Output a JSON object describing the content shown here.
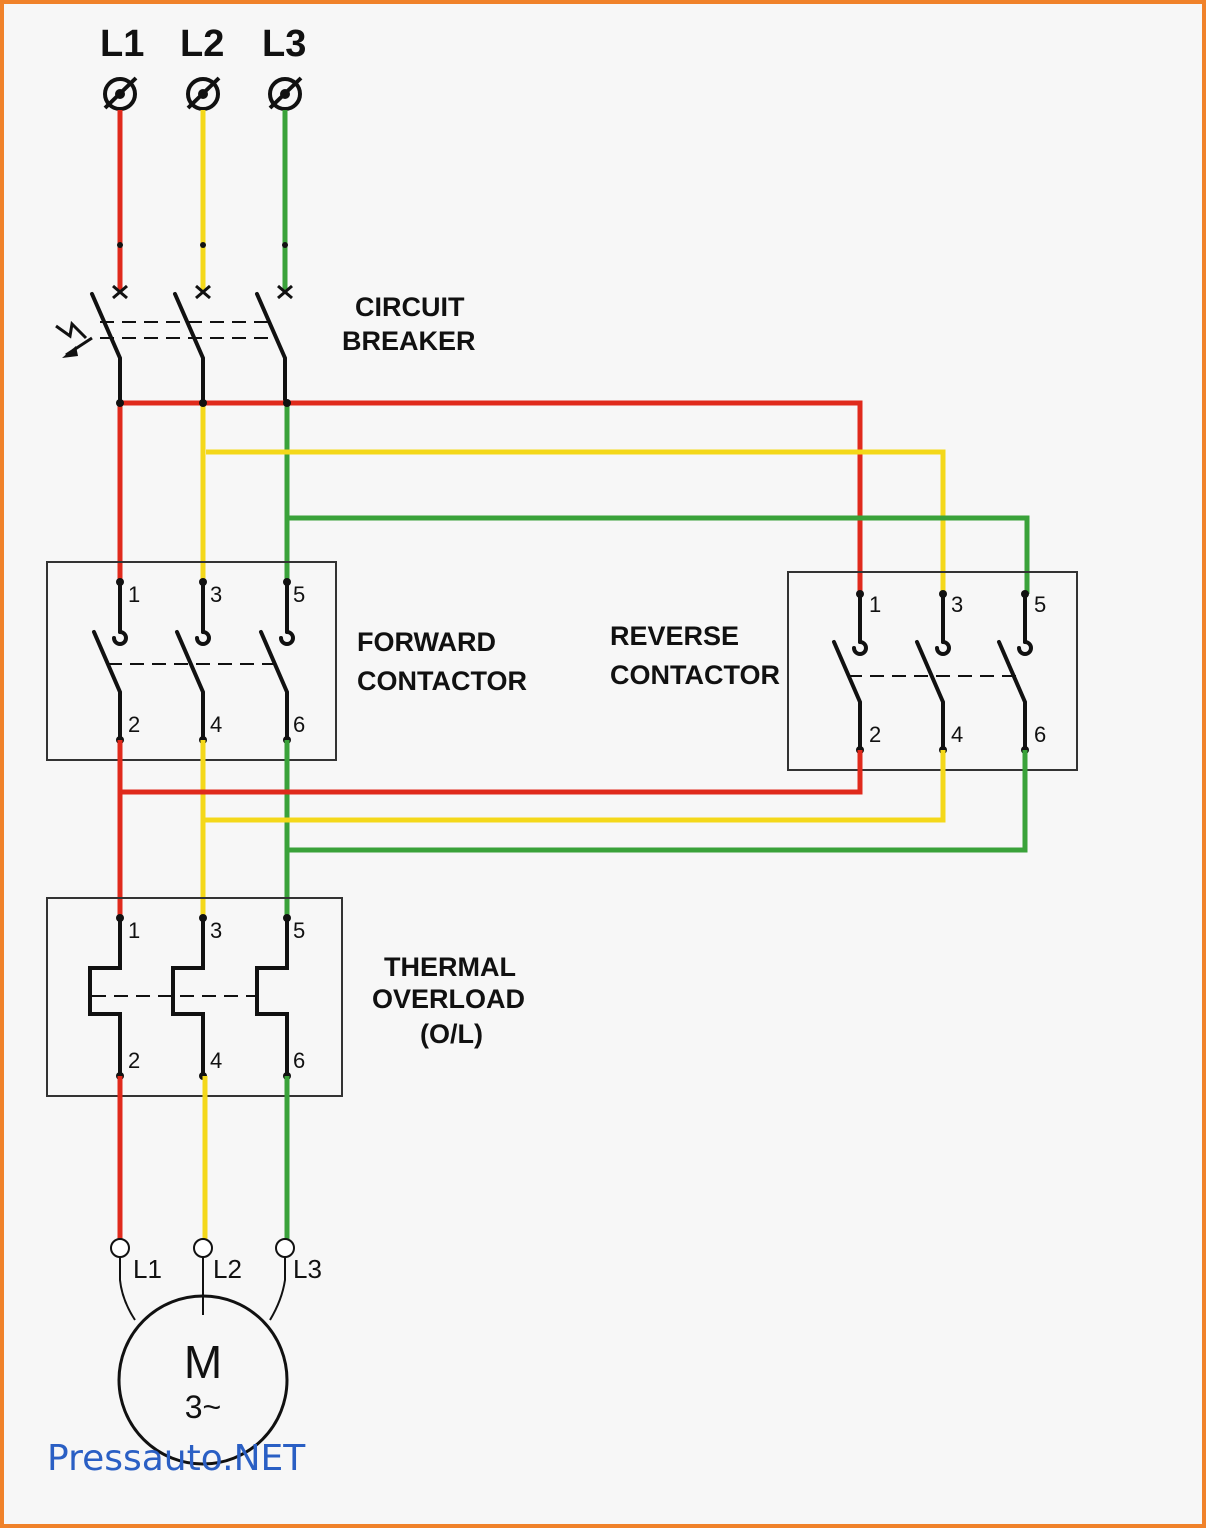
{
  "supply": {
    "l1": "L1",
    "l2": "L2",
    "l3": "L3"
  },
  "circuit_breaker": {
    "line1": "CIRCUIT",
    "line2": "BREAKER"
  },
  "forward_contactor": {
    "line1": "FORWARD",
    "line2": "CONTACTOR",
    "t1": "1",
    "t3": "3",
    "t5": "5",
    "t2": "2",
    "t4": "4",
    "t6": "6"
  },
  "reverse_contactor": {
    "line1": "REVERSE",
    "line2": "CONTACTOR",
    "t1": "1",
    "t3": "3",
    "t5": "5",
    "t2": "2",
    "t4": "4",
    "t6": "6"
  },
  "thermal_overload": {
    "line1": "THERMAL",
    "line2": "OVERLOAD",
    "line3": "(O/L)",
    "t1": "1",
    "t3": "3",
    "t5": "5",
    "t2": "2",
    "t4": "4",
    "t6": "6"
  },
  "motor": {
    "symbol": "M",
    "phase": "3~",
    "l1": "L1",
    "l2": "L2",
    "l3": "L3"
  },
  "watermark": "Pressauto.NET",
  "colors": {
    "phase_l1": "#e02a1c",
    "phase_l2": "#f4d81a",
    "phase_l3": "#3aa23a",
    "border": "#f0822a",
    "watermark": "#2a5fc4"
  }
}
